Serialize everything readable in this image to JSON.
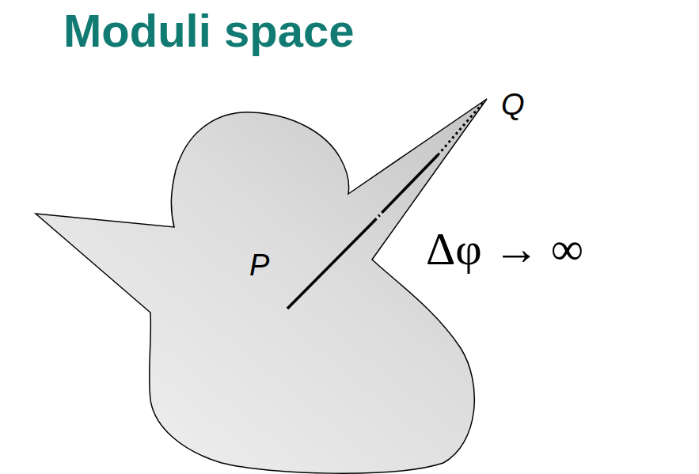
{
  "diagram": {
    "title": "Moduli space",
    "nodes": [
      {
        "text": [
          "P"
        ]
      }
    ],
    "labels": [
      "Q",
      "Δφ → ∞"
    ]
  }
}
